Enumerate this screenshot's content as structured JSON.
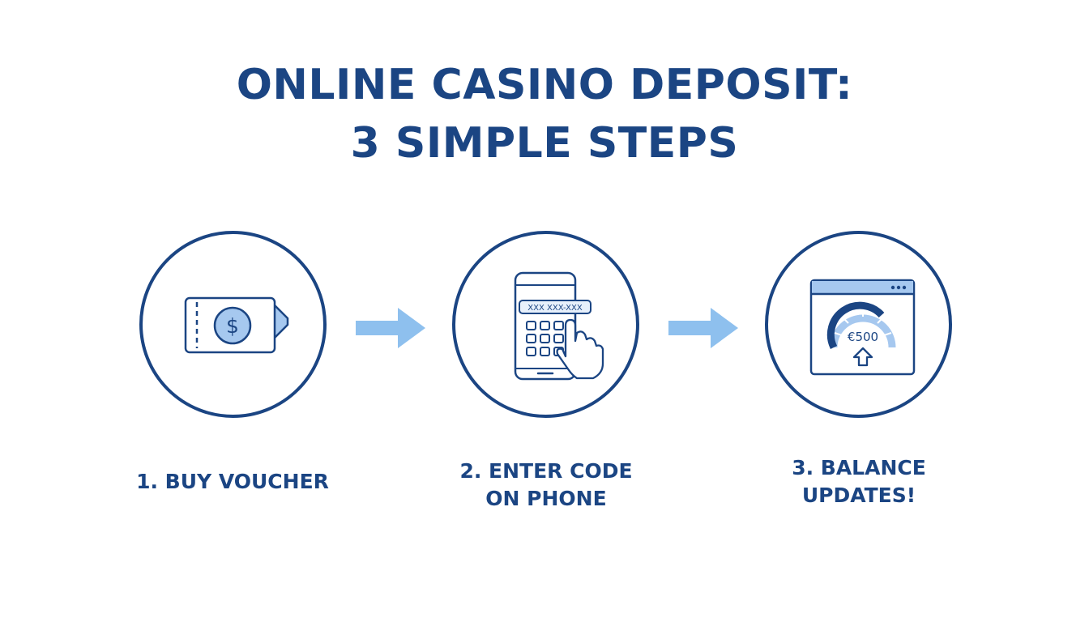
{
  "title": {
    "line1": "ONLINE CASINO DEPOSIT:",
    "line2": "3 SIMPLE STEPS"
  },
  "colors": {
    "primary": "#1b4583",
    "accent_light": "#a6c8ef",
    "arrow": "#8ec0ee"
  },
  "steps": [
    {
      "icon": "voucher-dollar-icon",
      "label_line1": "1. BUY VOUCHER",
      "label_line2": "",
      "icon_text": "$"
    },
    {
      "icon": "phone-keypad-hand-icon",
      "label_line1": "2. ENTER CODE",
      "label_line2": "ON PHONE",
      "icon_text": "XXX XXX-XXX"
    },
    {
      "icon": "browser-balance-gauge-icon",
      "label_line1": "3. BALANCE",
      "label_line2": "UPDATES!",
      "icon_text": "€500"
    }
  ]
}
